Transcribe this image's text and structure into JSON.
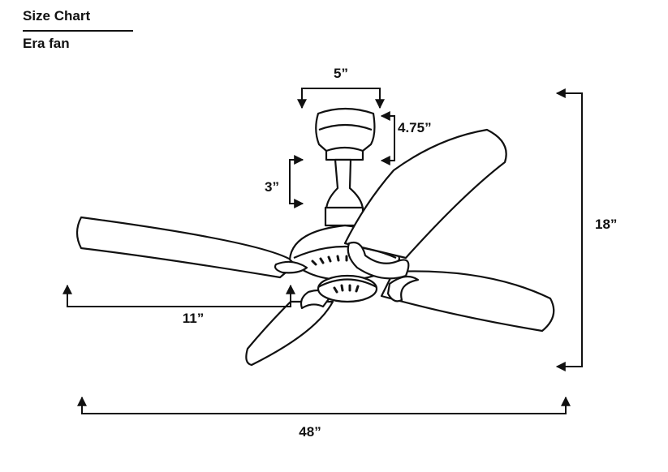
{
  "header": {
    "title": "Size Chart",
    "subtitle": "Era fan"
  },
  "dimensions": {
    "canopy_width": "5”",
    "canopy_height": "4.75”",
    "downrod": "3”",
    "blade_offset": "11”",
    "overall_height": "18”",
    "span": "48”"
  },
  "colors": {
    "line": "#111111",
    "background": "#ffffff"
  }
}
